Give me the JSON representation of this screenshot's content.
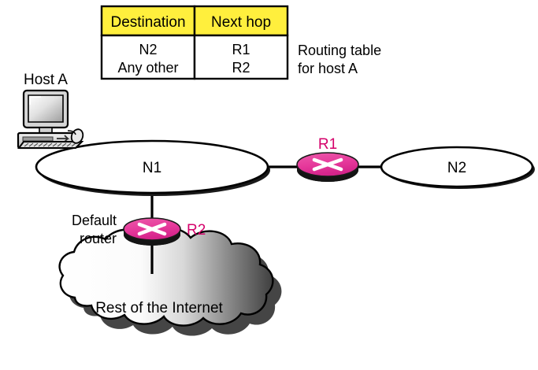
{
  "diagram": {
    "title": "Routing table for host A network diagram",
    "background_color": "#ffffff"
  },
  "routing_table": {
    "columns": [
      "Destination",
      "Next hop"
    ],
    "rows": [
      [
        "N2",
        "R1"
      ],
      [
        "Any other",
        "R2"
      ]
    ],
    "header_fill": "#ffef3d",
    "body_fill": "#ffffff",
    "border_color": "#000000"
  },
  "caption": {
    "line1": "Routing table",
    "line2": "for host A"
  },
  "nodes": {
    "host": {
      "label": "Host A",
      "icon": "desktop-computer-icon"
    },
    "network_n1": {
      "label": "N1",
      "shape": "ellipse"
    },
    "network_n2": {
      "label": "N2",
      "shape": "ellipse"
    },
    "router_r1": {
      "label": "R1",
      "color": "#e6399b",
      "shape": "router-cylinder"
    },
    "router_r2": {
      "label": "R2",
      "color": "#e6399b",
      "shape": "router-cylinder",
      "annotation_line1": "Default",
      "annotation_line2": "router"
    },
    "internet_cloud": {
      "label": "Rest of the Internet",
      "shape": "cloud",
      "gradient_from": "#ffffff",
      "gradient_to": "#4a4a4a"
    }
  },
  "links": [
    {
      "from": "host",
      "to": "network_n1"
    },
    {
      "from": "network_n1",
      "to": "router_r1"
    },
    {
      "from": "router_r1",
      "to": "network_n2"
    },
    {
      "from": "network_n1",
      "to": "router_r2"
    },
    {
      "from": "router_r2",
      "to": "internet_cloud"
    }
  ]
}
